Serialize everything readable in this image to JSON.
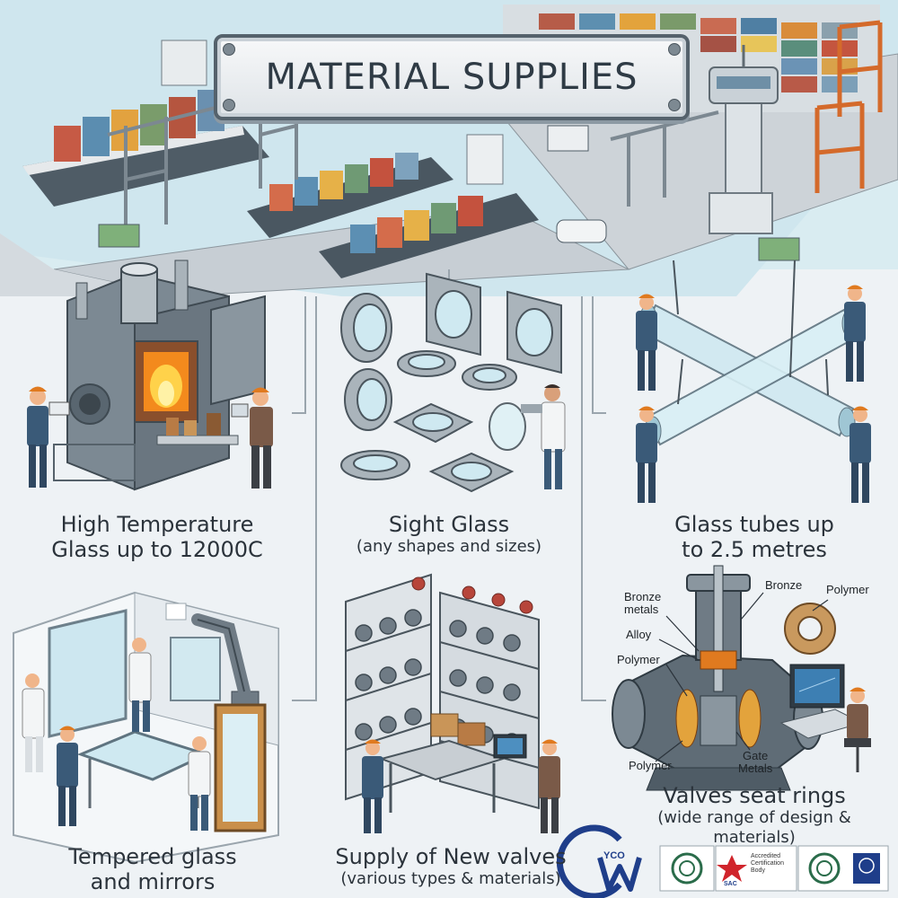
{
  "title": "MATERIAL SUPPLIES",
  "panels": {
    "high_temp": {
      "line1": "High Temperature",
      "line2": "Glass up to 12000C"
    },
    "sight_glass": {
      "line1": "Sight Glass",
      "line2": "(any shapes and sizes)"
    },
    "glass_tubes": {
      "line1": "Glass tubes up",
      "line2": "to 2.5 metres"
    },
    "tempered": {
      "line1": "Tempered glass",
      "line2": "and mirrors"
    },
    "valves": {
      "line1": "Supply of New valves",
      "line2": "(various types & materials)"
    },
    "seat_rings": {
      "line1": "Valves seat rings",
      "line2": "(wide range of design &",
      "line3": "materials)"
    }
  },
  "valve_labels": {
    "bronze_metals_1": "Bronze",
    "bronze_metals_2": "metals",
    "bronze": "Bronze",
    "polymer_top": "Polymer",
    "alloy": "Alloy",
    "polymer_mid": "Polymer",
    "polymer_bottom": "Polymer",
    "gate_1": "Gate",
    "gate_2": "Metals"
  },
  "logo": {
    "text": "YCO"
  },
  "certs": {
    "sac_1": "Accredited",
    "sac_2": "Certification",
    "sac_3": "Body",
    "sac_4": "SAC"
  },
  "colors": {
    "accent": "#e07a1f",
    "steel": "#6f7b85",
    "worker_blue": "#3a5a78",
    "glass": "#bfe3ef"
  },
  "icons": [
    "cargo-ship-icon",
    "container-crane-icon",
    "control-tower-icon",
    "furnace-icon",
    "sight-glass-icon",
    "glass-tube-icon",
    "robot-arm-icon",
    "mirror-icon",
    "valve-icon",
    "valve-cutaway-icon",
    "seat-ring-icon",
    "computer-icon",
    "worker-icon",
    "company-logo-icon",
    "certification-badge-icon"
  ]
}
